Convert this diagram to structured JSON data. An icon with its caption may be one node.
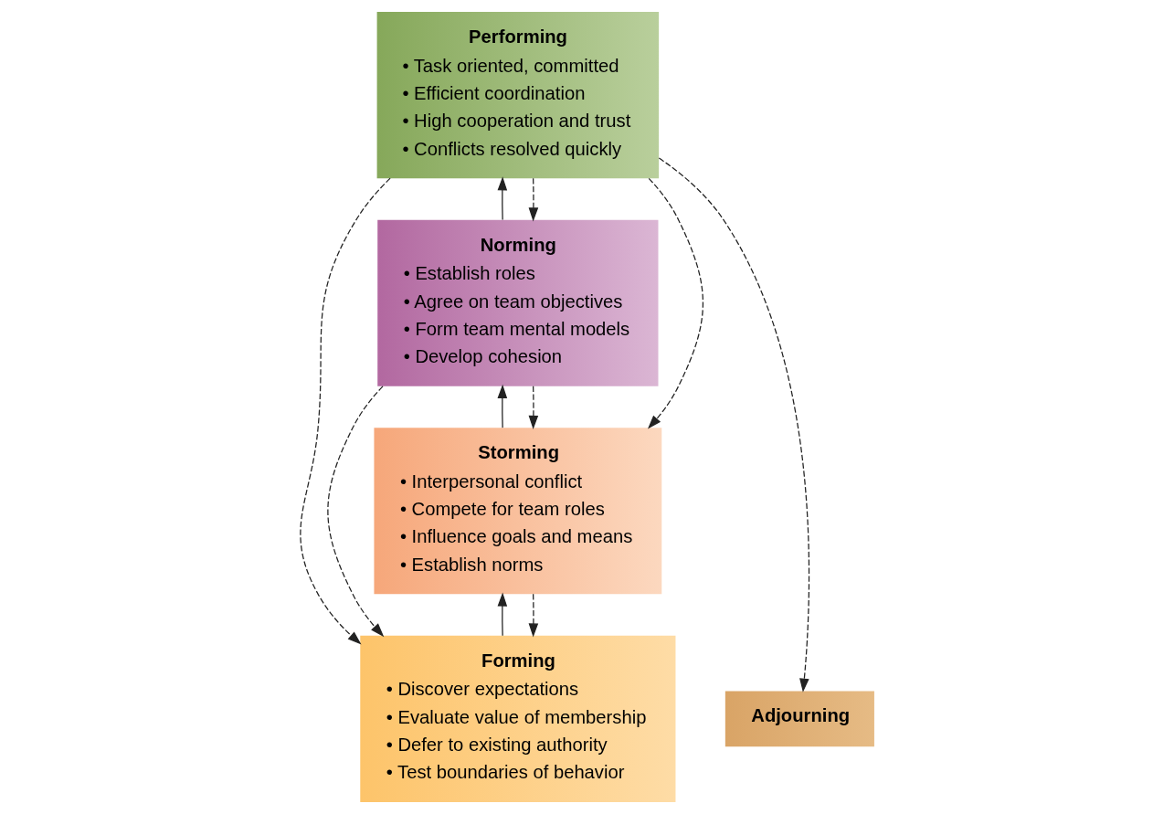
{
  "diagram": {
    "nodes": [
      {
        "text": [
          "Performing",
          "• Task oriented, committed",
          "• Efficient coordination",
          "• High cooperation and trust",
          "• Conflicts resolved quickly"
        ]
      },
      {
        "text": [
          "Norming",
          "• Establish roles",
          "• Agree on team objectives",
          "• Form team mental models",
          "• Develop cohesion"
        ]
      },
      {
        "text": [
          "Storming",
          "• Interpersonal conflict",
          "• Compete for team roles",
          "• Influence goals and means",
          "• Establish norms"
        ]
      },
      {
        "text": [
          "Forming",
          "• Discover expectations",
          "• Evaluate value of membership",
          "• Defer to existing authority",
          "• Test boundaries of behavior"
        ]
      },
      {
        "text": [
          "Adjourning"
        ]
      }
    ],
    "edges": [
      {
        "from": 3,
        "to": 2,
        "arrow": "to"
      },
      {
        "from": 2,
        "to": 1,
        "arrow": "to"
      },
      {
        "from": 1,
        "to": 0,
        "arrow": "to"
      },
      {
        "from": 0,
        "to": 1,
        "arrow": "to",
        "style": "dashed"
      },
      {
        "from": 1,
        "to": 2,
        "arrow": "to",
        "style": "dashed"
      },
      {
        "from": 0,
        "to": 2,
        "arrow": "to",
        "style": "dashed"
      },
      {
        "from": 2,
        "to": 3,
        "arrow": "to",
        "style": "dashed"
      },
      {
        "from": 1,
        "to": 3,
        "arrow": "to",
        "style": "dashed"
      },
      {
        "from": 0,
        "to": 3,
        "arrow": "to",
        "style": "dashed"
      },
      {
        "from": 0,
        "to": 4,
        "arrow": "to",
        "style": "dashed"
      }
    ]
  }
}
